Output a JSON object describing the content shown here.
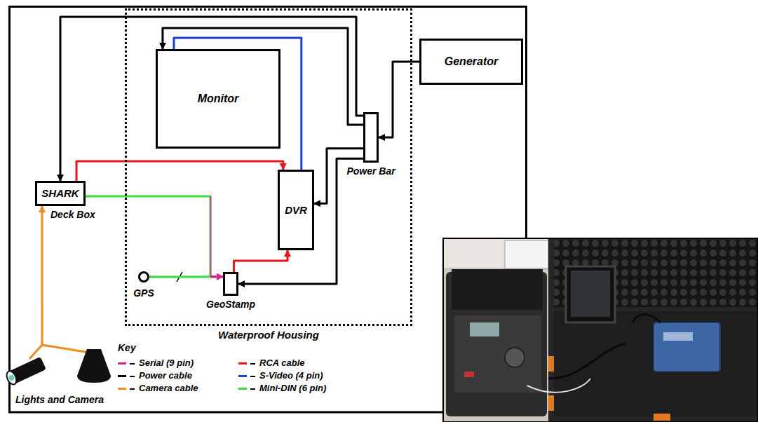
{
  "diagram": {
    "nodes": [
      {
        "text": [
          "Waterproof Housing"
        ]
      },
      {
        "text": [
          "Monitor"
        ],
        "in": 0
      },
      {
        "text": [
          "DVR"
        ],
        "in": 0
      },
      {
        "text": [
          "Power Bar"
        ],
        "in": 0
      },
      {
        "text": [
          "GPS"
        ],
        "in": 0
      },
      {
        "text": [
          "GeoStamp"
        ],
        "in": 0
      },
      {
        "text": [
          "Generator"
        ]
      },
      {
        "text": [
          "SHARK",
          "Deck Box"
        ]
      },
      {
        "text": [
          "Lights and Camera"
        ]
      }
    ],
    "edges": [
      {
        "from": 6,
        "to": 3,
        "arrow": "to"
      },
      {
        "from": 3,
        "to": 7,
        "arrow": "to"
      },
      {
        "from": 3,
        "to": 1,
        "arrow": "to"
      },
      {
        "from": 3,
        "to": 2,
        "arrow": "to"
      },
      {
        "from": 3,
        "to": 5,
        "arrow": "to"
      },
      {
        "from": 2,
        "to": 1,
        "arrow": "none"
      },
      {
        "from": 7,
        "to": 2,
        "arrow": "to"
      },
      {
        "from": 5,
        "to": 2,
        "arrow": "to"
      },
      {
        "from": 7,
        "to": 5,
        "arrow": "to"
      },
      {
        "from": 4,
        "to": 5,
        "arrow": "to"
      },
      {
        "from": 8,
        "to": 7,
        "arrow": "to"
      }
    ],
    "labels": [
      "Key"
    ],
    "legend": [
      {
        "text": "Serial (9 pin)",
        "color": "#e0218a"
      },
      {
        "text": "RCA cable",
        "color": "#e3161b"
      },
      {
        "text": "Power cable",
        "color": "#000000"
      },
      {
        "text": "S-Video (4 pin)",
        "color": "#1c3fd6"
      },
      {
        "text": "Camera cable",
        "color": "#f28c1e"
      },
      {
        "text": "Mini-DIN (6 pin)",
        "color": "#3ddc3d"
      }
    ]
  }
}
